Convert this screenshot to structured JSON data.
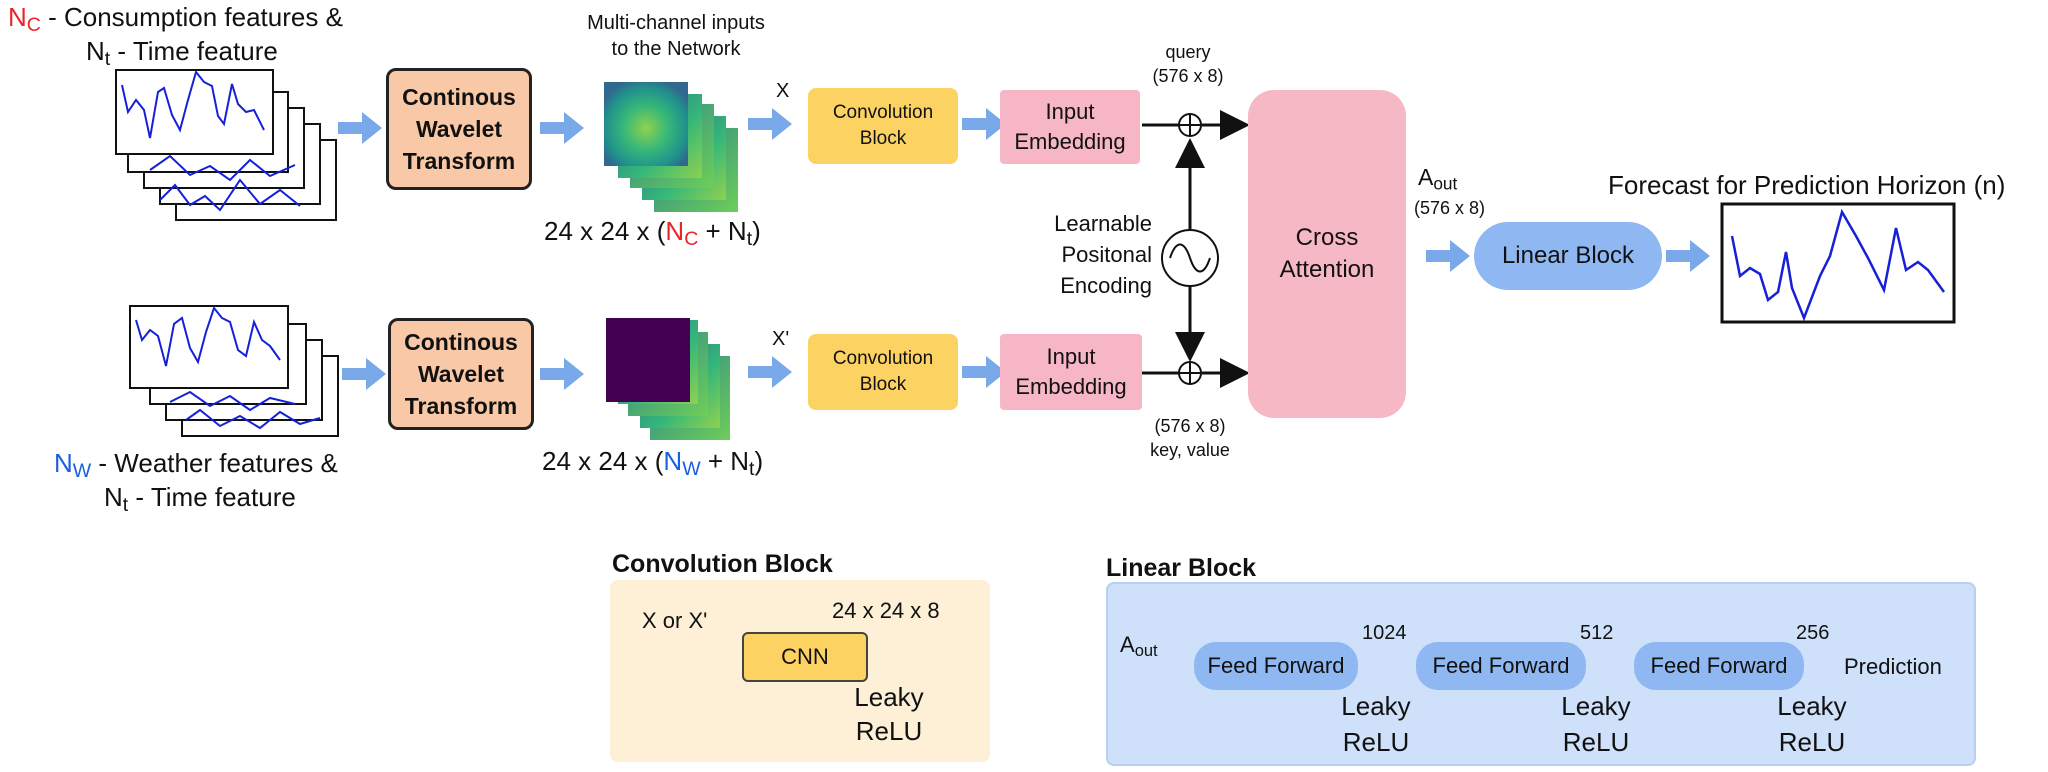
{
  "top_branch": {
    "label_sym": "N",
    "label_sub": "C",
    "label_rest": " - Consumption features &",
    "time_sym": "N",
    "time_sub": "t",
    "time_rest": " - Time feature",
    "cwt_line1": "Continous",
    "cwt_line2": "Wavelet",
    "cwt_line3": "Transform",
    "multichannel_line1": "Multi-channel inputs",
    "multichannel_line2": "to the Network",
    "dims_prefix": "24 x 24 x (",
    "dims_sym1": "N",
    "dims_sub1": "C",
    "dims_plus": " + N",
    "dims_sub2": "t",
    "dims_close": ")",
    "x_label": "X",
    "conv_line1": "Convolution",
    "conv_line2": "Block",
    "emb_line1": "Input",
    "emb_line2": "Embedding",
    "query_line1": "query",
    "query_line2": "(576 x 8)"
  },
  "bottom_branch": {
    "label_sym": "N",
    "label_sub": "W",
    "label_rest": " - Weather  features &",
    "time_sym": "N",
    "time_sub": "t",
    "time_rest": " - Time feature",
    "cwt_line1": "Continous",
    "cwt_line2": "Wavelet",
    "cwt_line3": "Transform",
    "dims_prefix": "24 x 24 x (",
    "dims_sym1": "N",
    "dims_sub1": "W",
    "dims_plus": " + N",
    "dims_sub2": "t",
    "dims_close": ")",
    "x_label": "X'",
    "conv_line1": "Convolution",
    "conv_line2": "Block",
    "emb_line1": "Input",
    "emb_line2": "Embedding",
    "kv_line1": "(576 x 8)",
    "kv_line2": "key, value"
  },
  "positional": {
    "line1": "Learnable",
    "line2": "Positonal",
    "line3": "Encoding"
  },
  "cross_attention": {
    "line1": "Cross",
    "line2": "Attention"
  },
  "aout": {
    "sym": "A",
    "sub": "out",
    "dims": "(576 x 8)"
  },
  "linear_block_label": "Linear Block",
  "forecast_title": "Forecast for Prediction Horizon (n)",
  "conv_panel": {
    "title": "Convolution Block",
    "input": "X or X'",
    "cnn": "CNN",
    "dims": "24 x 24 x 8",
    "act_line1": "Leaky",
    "act_line2": "ReLU"
  },
  "linear_panel": {
    "title": "Linear Block",
    "input_sym": "A",
    "input_sub": "out",
    "ff1": "Feed Forward",
    "ff2": "Feed Forward",
    "ff3": "Feed Forward",
    "size1": "1024",
    "size2": "512",
    "size3": "256",
    "act_line1": "Leaky",
    "act_line2": "ReLU",
    "output": "Prediction"
  },
  "colors": {
    "arrow": "#7aa9ea",
    "red_symbol": "#e8262a",
    "blue_symbol": "#1a5fe0",
    "plot_line": "#1520d8"
  }
}
